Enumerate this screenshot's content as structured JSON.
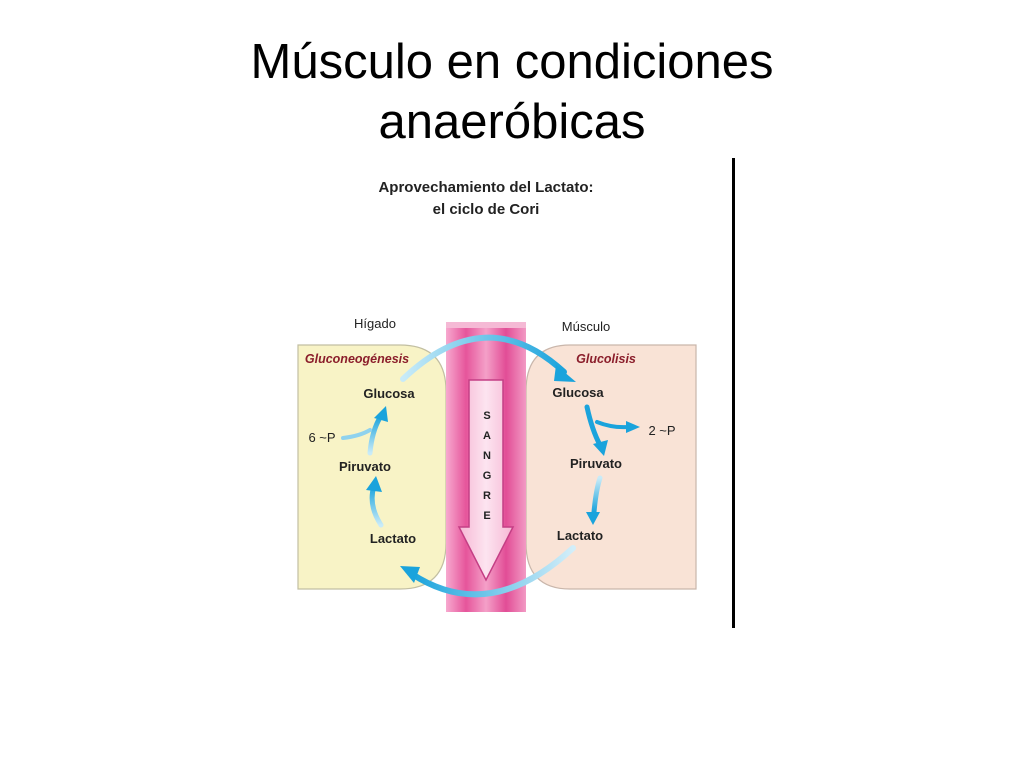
{
  "slide": {
    "title_line1": "Músculo en condiciones",
    "title_line2": "anaeróbicas"
  },
  "figure": {
    "title_line1": "Aprovechamiento del Lactato:",
    "title_line2": "el ciclo de Cori",
    "liver": {
      "label": "Hígado",
      "process": "Gluconeogénesis",
      "glucose": "Glucosa",
      "pyruvate": "Piruvato",
      "lactate": "Lactato",
      "atp": "6 ~P",
      "color": "#f8f3c6"
    },
    "muscle": {
      "label": "Músculo",
      "process": "Glucolisis",
      "glucose": "Glucosa",
      "pyruvate": "Piruvato",
      "lactate": "Lactato",
      "atp": "2 ~P",
      "color": "#f9e3d6"
    },
    "blood": {
      "letters": [
        "S",
        "A",
        "N",
        "G",
        "R",
        "E"
      ],
      "color": "#e75a9e"
    },
    "arrow_color": "#1ea6dd"
  }
}
